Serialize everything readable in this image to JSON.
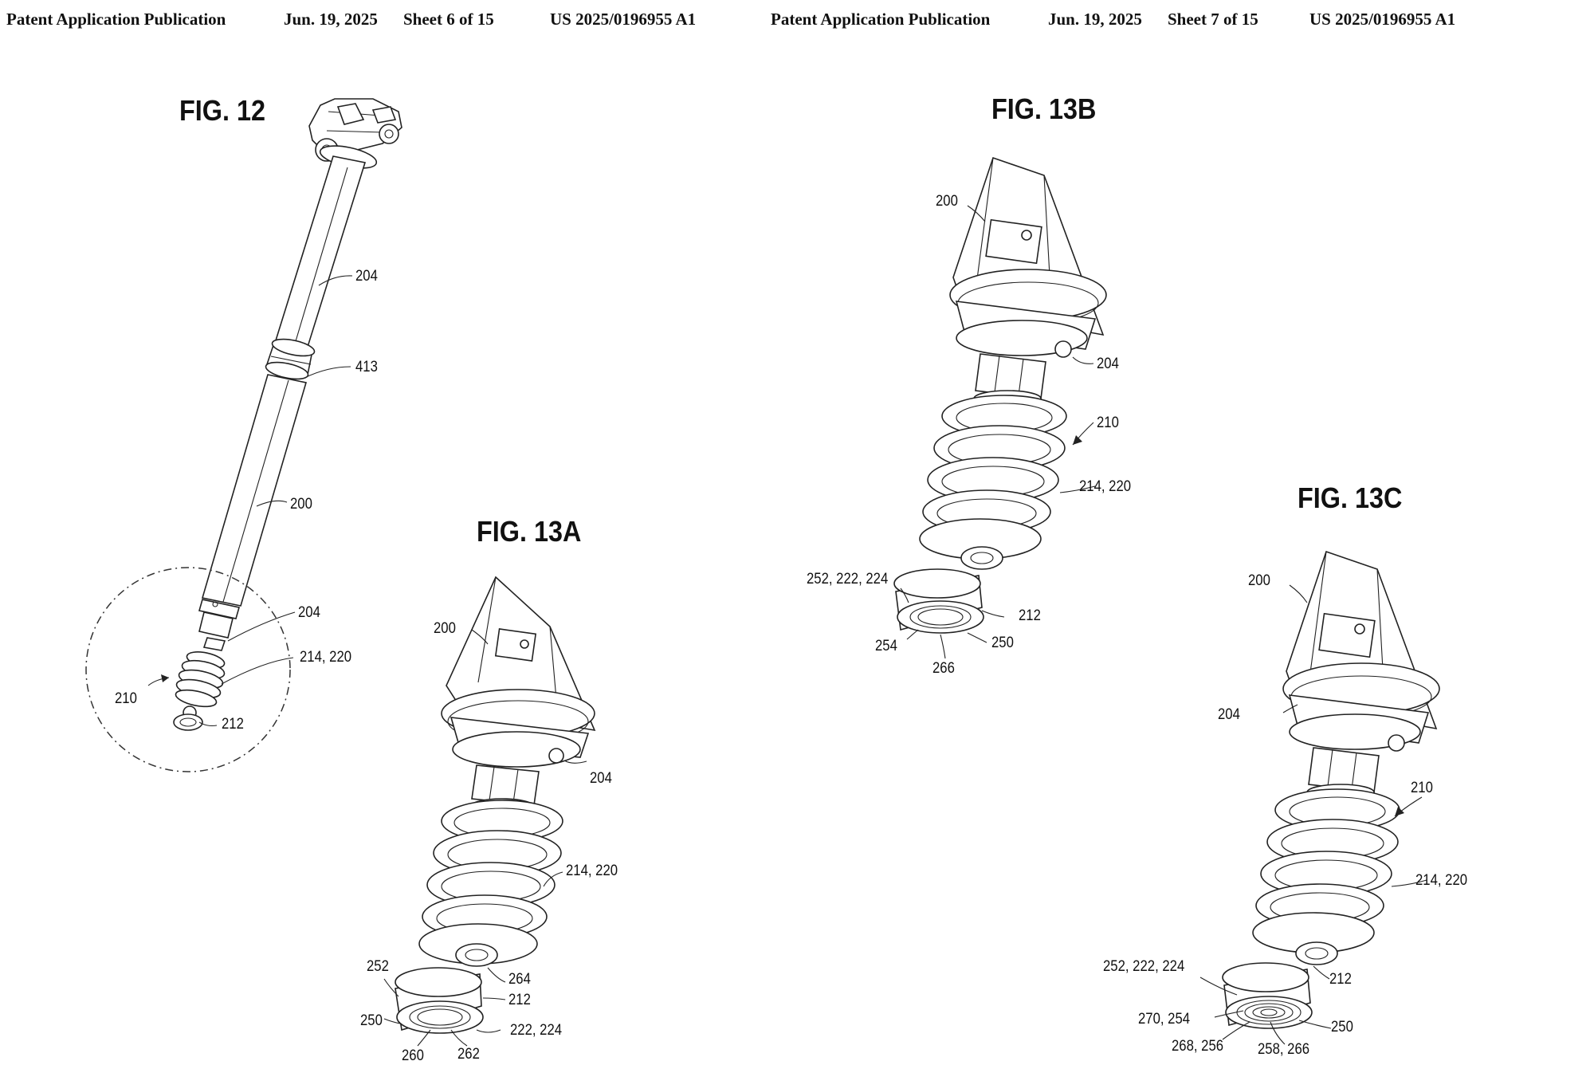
{
  "headers": [
    {
      "title": "Patent Application Publication",
      "date": "Jun. 19, 2025",
      "sheet": "Sheet 6 of 15",
      "number": "US 2025/0196955 A1"
    },
    {
      "title": "Patent Application Publication",
      "date": "Jun. 19, 2025",
      "sheet": "Sheet 7 of 15",
      "number": "US 2025/0196955 A1"
    }
  ],
  "figures": {
    "fig12": {
      "title": "FIG. 12",
      "refs": {
        "r204a": "204",
        "r413": "413",
        "r200": "200",
        "r204b": "204",
        "r214": "214, 220",
        "r210": "210",
        "r212": "212"
      }
    },
    "fig13a": {
      "title": "FIG. 13A",
      "refs": {
        "r200": "200",
        "r204": "204",
        "r214": "214, 220",
        "r252": "252",
        "r264": "264",
        "r212": "212",
        "r250": "250",
        "r222": "222, 224",
        "r260": "260",
        "r262": "262"
      }
    },
    "fig13b": {
      "title": "FIG. 13B",
      "refs": {
        "r200": "200",
        "r204": "204",
        "r210": "210",
        "r214": "214, 220",
        "r252": "252, 222, 224",
        "r212": "212",
        "r254": "254",
        "r250": "250",
        "r266": "266"
      }
    },
    "fig13c": {
      "title": "FIG. 13C",
      "refs": {
        "r200": "200",
        "r204": "204",
        "r210": "210",
        "r214": "214, 220",
        "r252": "252, 222, 224",
        "r212": "212",
        "r270": "270, 254",
        "r250": "250",
        "r268": "268, 256",
        "r258": "258, 266"
      }
    }
  }
}
